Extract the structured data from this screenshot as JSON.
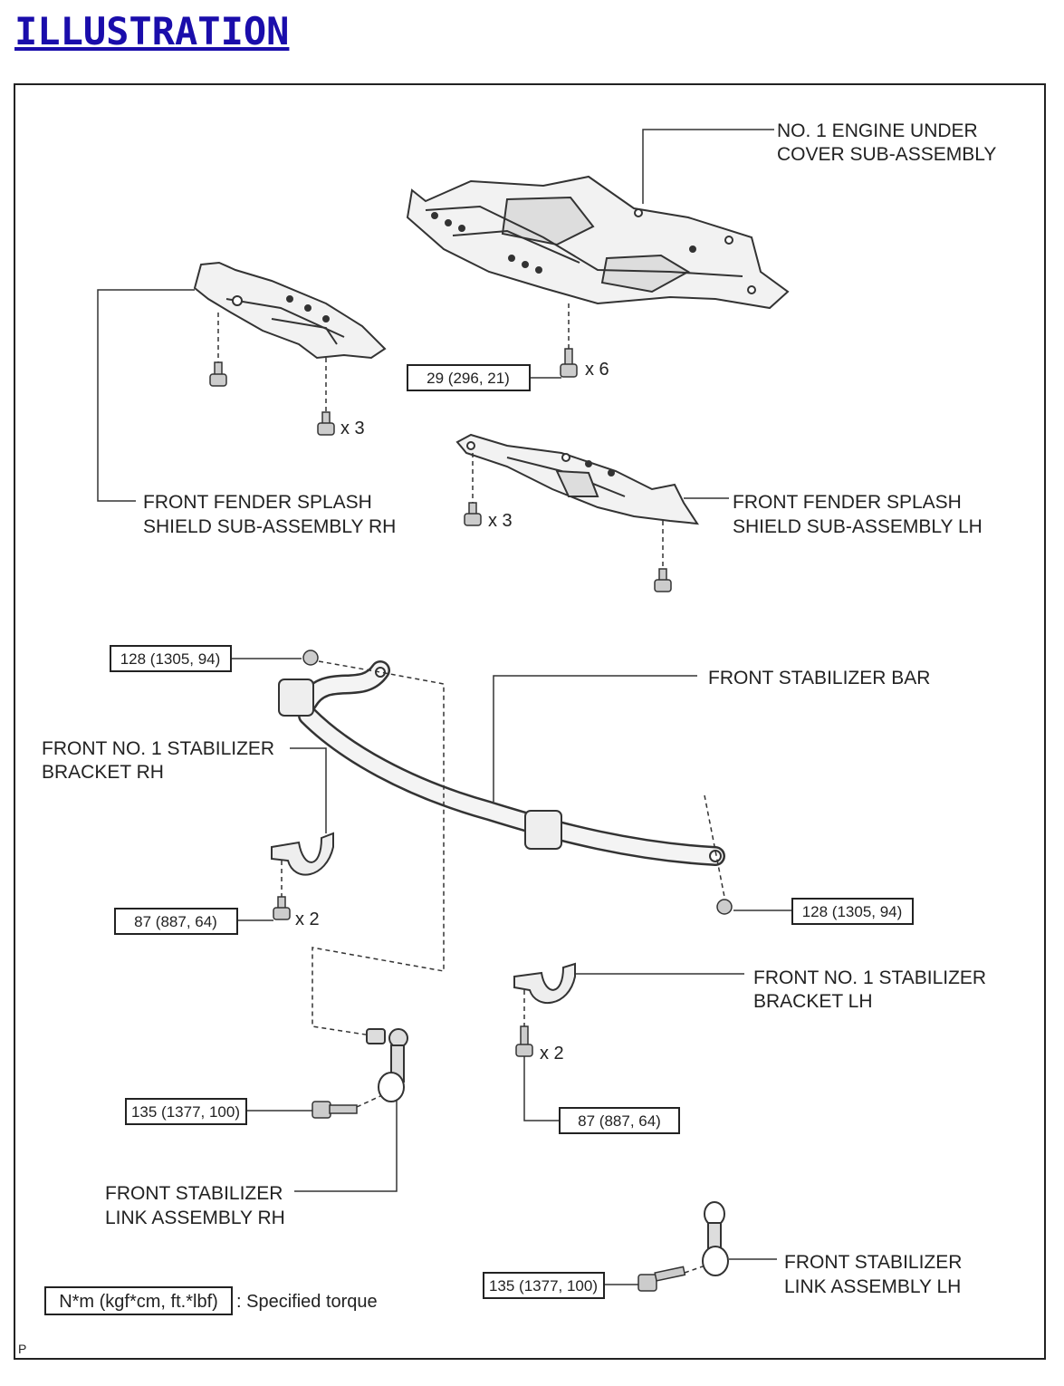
{
  "page": {
    "heading": "ILLUSTRATION"
  },
  "parts": {
    "engine_under_cover": [
      "NO. 1 ENGINE UNDER",
      "COVER SUB-ASSEMBLY"
    ],
    "splash_shield_rh": [
      "FRONT FENDER SPLASH",
      "SHIELD SUB-ASSEMBLY RH"
    ],
    "splash_shield_lh": [
      "FRONT FENDER SPLASH",
      "SHIELD SUB-ASSEMBLY LH"
    ],
    "stabilizer_bar": "FRONT STABILIZER BAR",
    "bracket_rh": [
      "FRONT NO. 1 STABILIZER",
      "BRACKET RH"
    ],
    "bracket_lh": [
      "FRONT NO. 1 STABILIZER",
      "BRACKET LH"
    ],
    "link_rh": [
      "FRONT STABILIZER",
      "LINK ASSEMBLY RH"
    ],
    "link_lh": [
      "FRONT STABILIZER",
      "LINK ASSEMBLY LH"
    ]
  },
  "torques": {
    "under_cover": "29 (296, 21)",
    "bar_nut_rh": "128 (1305, 94)",
    "bar_nut_lh": "128 (1305, 94)",
    "bracket_rh": "87 (887, 64)",
    "bracket_lh": "87 (887, 64)",
    "link_rh": "135 (1377, 100)",
    "link_lh": "135 (1377, 100)"
  },
  "quantities": {
    "under_cover_bolts": "x 6",
    "shield_rh_bolts": "x 3",
    "shield_lh_bolts": "x 3",
    "bracket_rh_bolts": "x 2",
    "bracket_lh_bolts": "x 2"
  },
  "legend": {
    "unit": "N*m (kgf*cm, ft.*lbf)",
    "text": ": Specified torque"
  },
  "corner_mark": "P"
}
